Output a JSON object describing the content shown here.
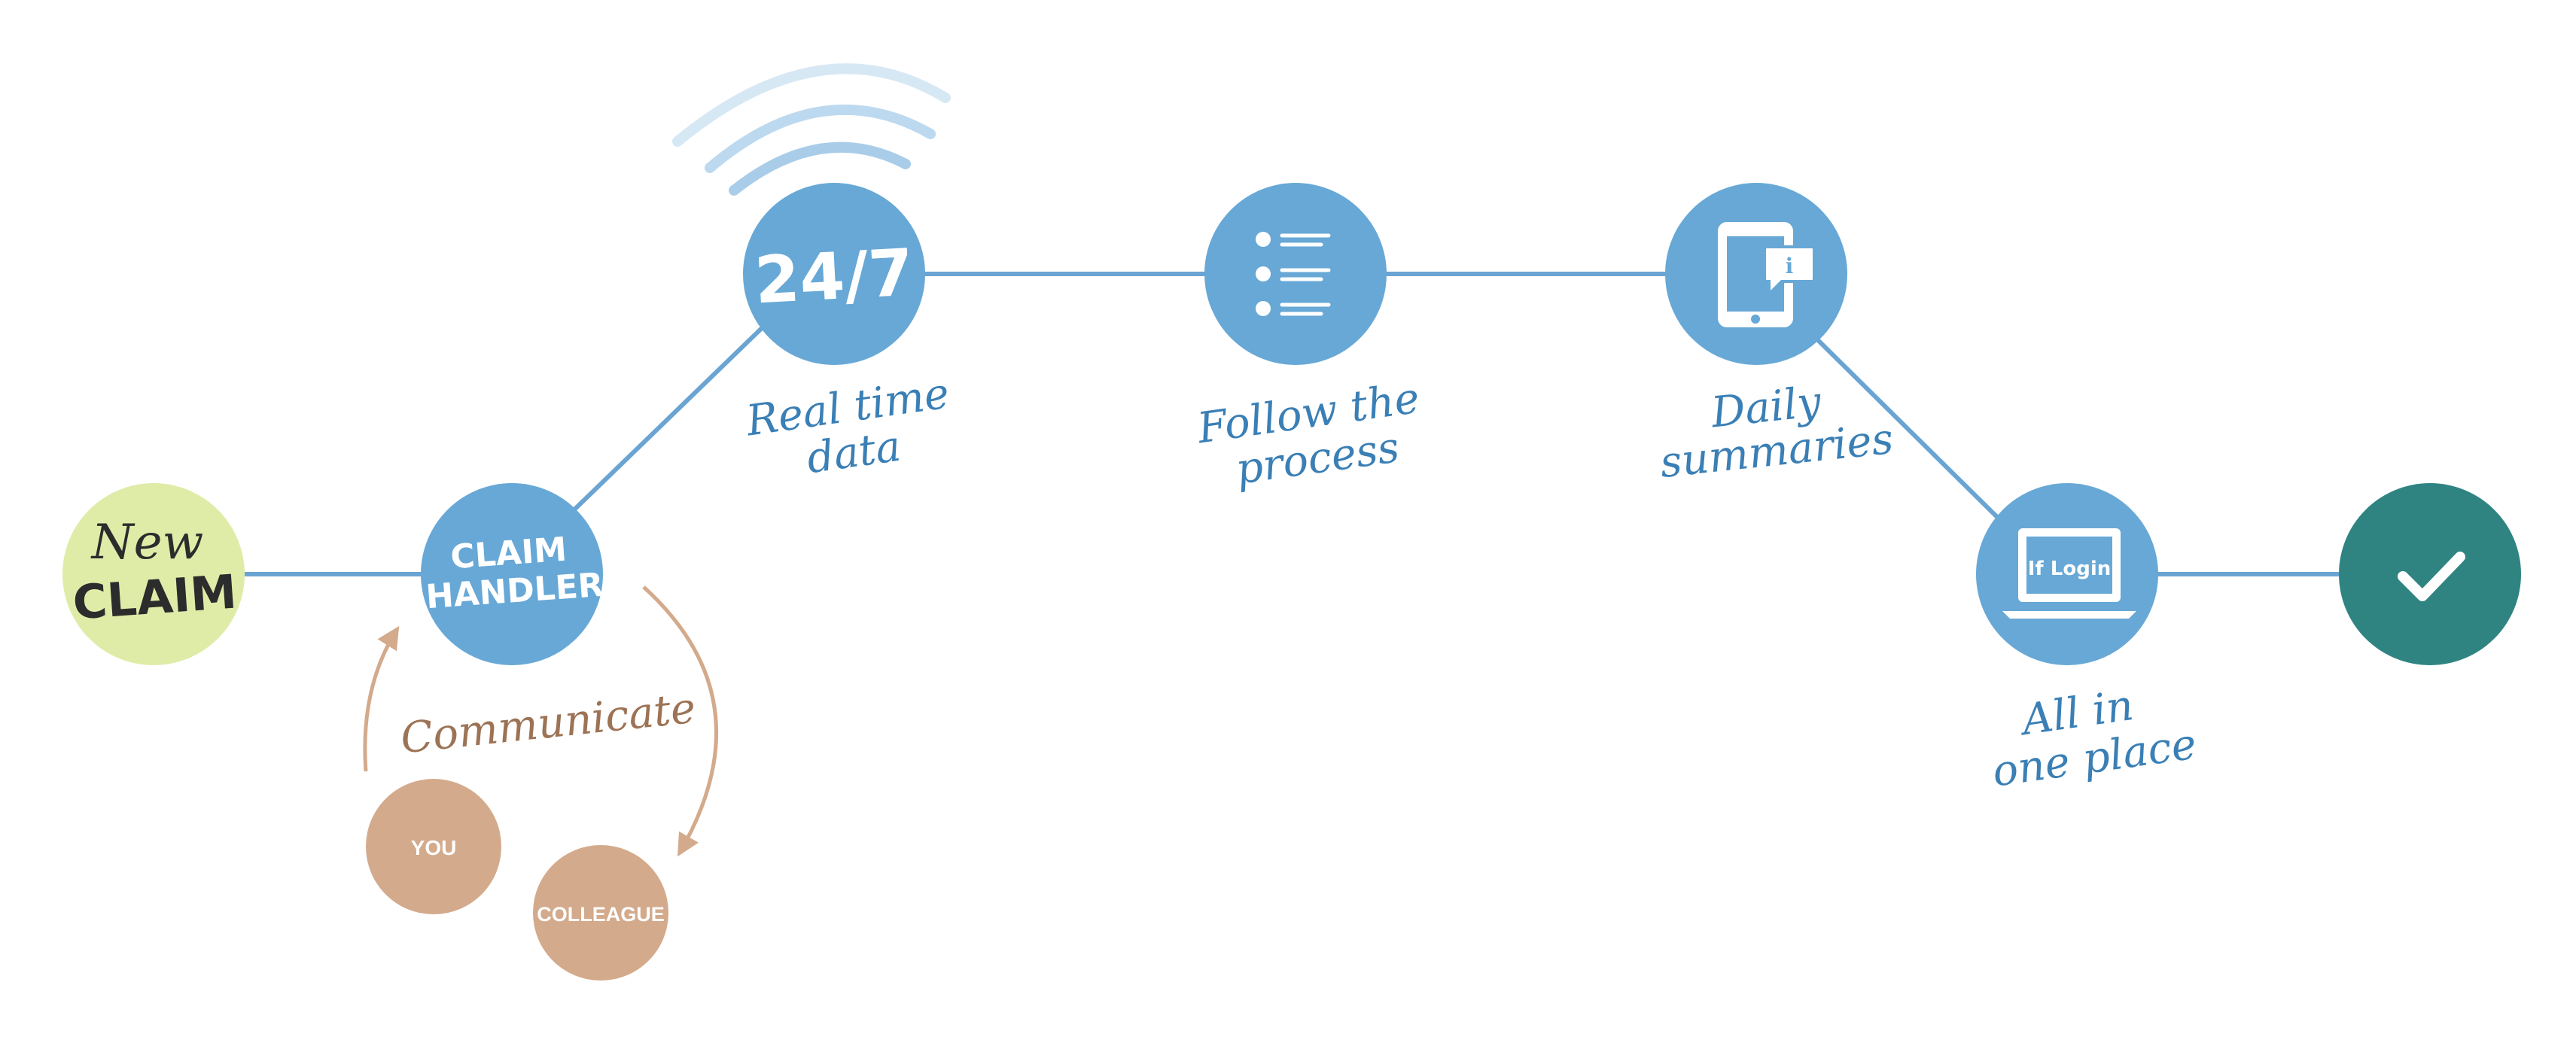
{
  "start": {
    "line1": "New",
    "line2": "CLAIM"
  },
  "handler": {
    "line1": "CLAIM",
    "line2": "HANDLER"
  },
  "communicate": {
    "label": "Communicate",
    "you": "YOU",
    "colleague": "COLLEAGUE"
  },
  "steps": {
    "realtime": {
      "icon_text": "24/7",
      "caption1": "Real time",
      "caption2": "data"
    },
    "process": {
      "caption1": "Follow the",
      "caption2": "process"
    },
    "summaries": {
      "caption1": "Daily",
      "caption2": "summaries"
    },
    "allinone": {
      "screen_text": "If Login",
      "caption1": "All in",
      "caption2": "one place"
    }
  },
  "colors": {
    "blue": "#67a8d6",
    "line": "#6aa4d3",
    "caption": "#3a7fb5",
    "green_light": "#dfeca8",
    "tan": "#d3aa8b",
    "tan_text": "#9c7355",
    "teal": "#2f8482",
    "wifi1": "#a9cde9",
    "wifi2": "#bcd9ef",
    "wifi3": "#d7e8f5"
  },
  "icons": {
    "wifi": "wifi-icon",
    "list": "list-icon",
    "phone": "phone-info-icon",
    "laptop": "laptop-icon",
    "check": "checkmark-icon"
  }
}
